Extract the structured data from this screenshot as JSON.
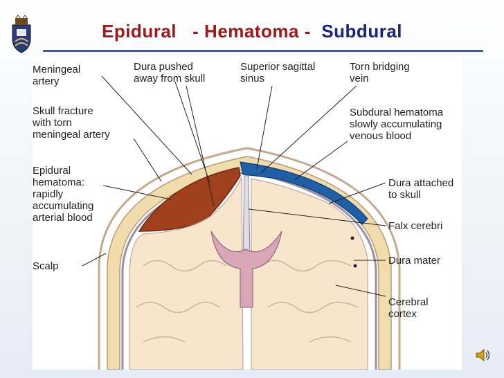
{
  "slide": {
    "title_left": "Epidural",
    "title_mid": "- Hematoma -",
    "title_right": "Subdural",
    "title_colors": {
      "left": "#a01818",
      "mid": "#a01818",
      "right": "#1a237e"
    }
  },
  "diagram": {
    "labels": {
      "meningeal_artery": "Meningeal\nartery",
      "dura_pushed": "Dura pushed\naway from skull",
      "superior_sagittal": "Superior sagittal\nsinus",
      "torn_bridging": "Torn bridging\nvein",
      "skull_fracture": "Skull fracture\nwith torn\nmeningeal artery",
      "subdural_hematoma": "Subdural hematoma\nslowly accumulating\nvenous blood",
      "epidural_hematoma": "Epidural\nhematoma:\nrapidly\naccumulating\narterial blood",
      "dura_attached": "Dura attached\nto skull",
      "falx_cerebri": "Falx cerebri",
      "scalp": "Scalp",
      "dura_mater": "Dura mater",
      "cerebral_cortex": "Cerebral\ncortex"
    },
    "colors": {
      "epidural": "#a0401c",
      "subdural": "#1f5fa8",
      "skull": "#f1dcae",
      "brain": "#f7e6cc",
      "ventricle": "#d8a6b6"
    }
  },
  "audio": {
    "icon": "speaker-icon"
  }
}
